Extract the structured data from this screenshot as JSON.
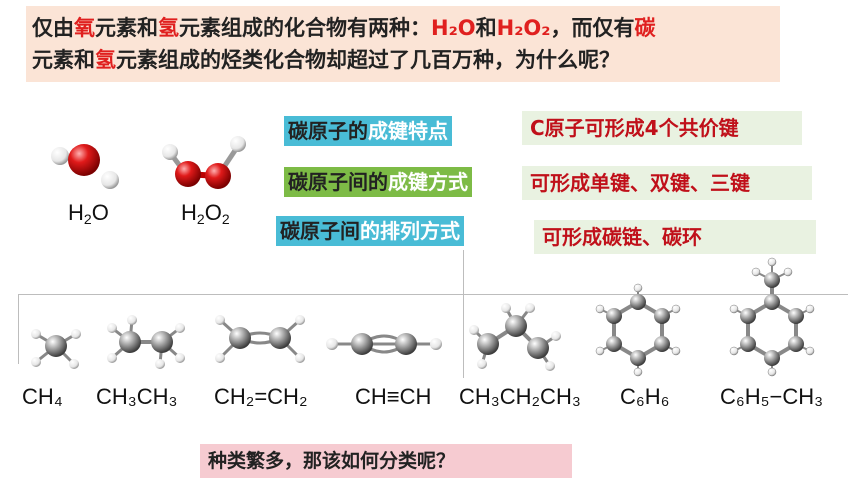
{
  "question": {
    "line1": {
      "p1": "仅由",
      "r1": "氧",
      "p2": "元素和",
      "r2": "氢",
      "p3": "元素组成的化合物有两种：",
      "f1": "H₂O",
      "p4": "和",
      "f2": "H₂O₂",
      "p5": "，而仅有",
      "r3": "碳"
    },
    "line2": {
      "p1": "元素和",
      "r1": "氢",
      "p2": "元素组成的烃类化合物却超过了几百万种，为什么呢？"
    }
  },
  "labels": {
    "feature": {
      "a": "碳原子的",
      "b": "成键特点"
    },
    "mode": {
      "a": "碳原子间的",
      "b": "成键方式"
    },
    "arrangement": {
      "a": "碳原子间",
      "b": "的排列方式"
    }
  },
  "answers": {
    "a1": "C原子可形成4个共价键",
    "a2": "可形成单键、双键、三键",
    "a3": "可形成碳链、碳环"
  },
  "top_formulas": [
    {
      "main": "H",
      "sub": "2",
      "tail": "O"
    },
    {
      "main": "H",
      "sub": "2",
      "tail": "O",
      "sub2": "2"
    }
  ],
  "bottom_formulas": [
    "CH₄",
    "CH₃CH₃",
    "CH₂=CH₂",
    "CH≡CH",
    "CH₃CH₂CH₃",
    "C₆H₆",
    "C₆H₅−CH₃"
  ],
  "bottom_question": "种类繁多，那该如何分类呢？",
  "colors": {
    "red": "#e0201f",
    "teal": "#49bcd6",
    "green": "#7dbb46",
    "peach": "#fbe4d6",
    "pink": "#f6cbd1",
    "answer_bg": "#e9f2e1",
    "answer_text": "#c0101a"
  }
}
